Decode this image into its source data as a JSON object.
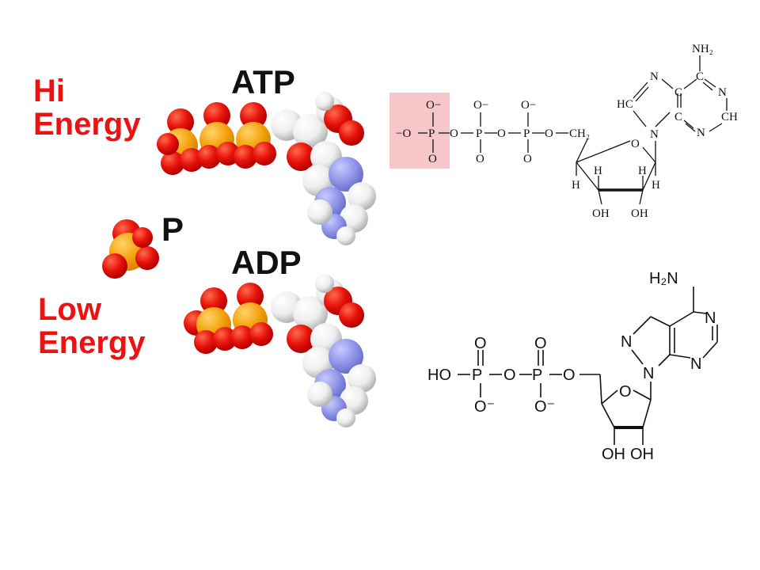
{
  "labels": {
    "hi": "Hi",
    "energy_top": "Energy",
    "low": "Low",
    "energy_bottom": "Energy",
    "atp": "ATP",
    "adp": "ADP",
    "p": "P"
  },
  "atp_formula": {
    "o_minus": "O−",
    "minus_o": "−O",
    "o": "O",
    "p": "P",
    "ch2": "CH₂",
    "nh2": "NH₂",
    "n": "N",
    "hc": "HC",
    "ch": "CH",
    "c": "C",
    "h": "H",
    "oh": "OH"
  },
  "adp_formula": {
    "h2n": "H₂N",
    "ho": "HO",
    "o": "O",
    "o_minus": "O⁻",
    "p": "P",
    "n": "N",
    "oh": "OH"
  },
  "colors": {
    "label_red": "#ee1111",
    "oxygen": "#e8140c",
    "phosphorus": "#f4a20c",
    "carbon": "#eeeeee",
    "nitrogen": "#8f94e8",
    "highlight": "#f7c6c9"
  }
}
